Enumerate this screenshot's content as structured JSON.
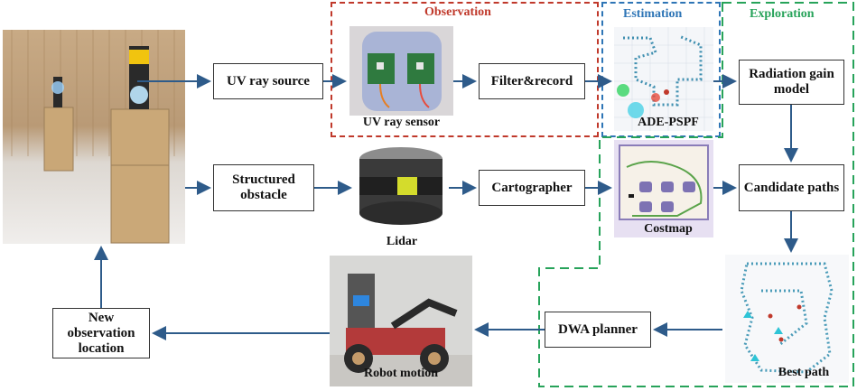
{
  "regions": {
    "observation": {
      "title": "Observation",
      "color": "#c0392b"
    },
    "estimation": {
      "title": "Estimation",
      "color": "#2e75b6"
    },
    "exploration": {
      "title": "Exploration",
      "color": "#27a35a"
    }
  },
  "nodes": {
    "uv_ray_source": "UV ray source",
    "filter_record": "Filter&record",
    "radiation_gain_model": "Radiation gain model",
    "structured_obstacle": "Structured obstacle",
    "cartographer": "Cartographer",
    "candidate_paths": "Candidate paths",
    "dwa_planner": "DWA planner",
    "new_observation_location": "New observation location"
  },
  "captions": {
    "uv_ray_sensor": "UV ray sensor",
    "ade_pspf": "ADE-PSPF",
    "lidar": "Lidar",
    "costmap": "Costmap",
    "robot_motion": "Robot motion",
    "best_path": "Best path"
  },
  "colors": {
    "arrow": "#2e5b8a",
    "box_border": "#333333"
  }
}
